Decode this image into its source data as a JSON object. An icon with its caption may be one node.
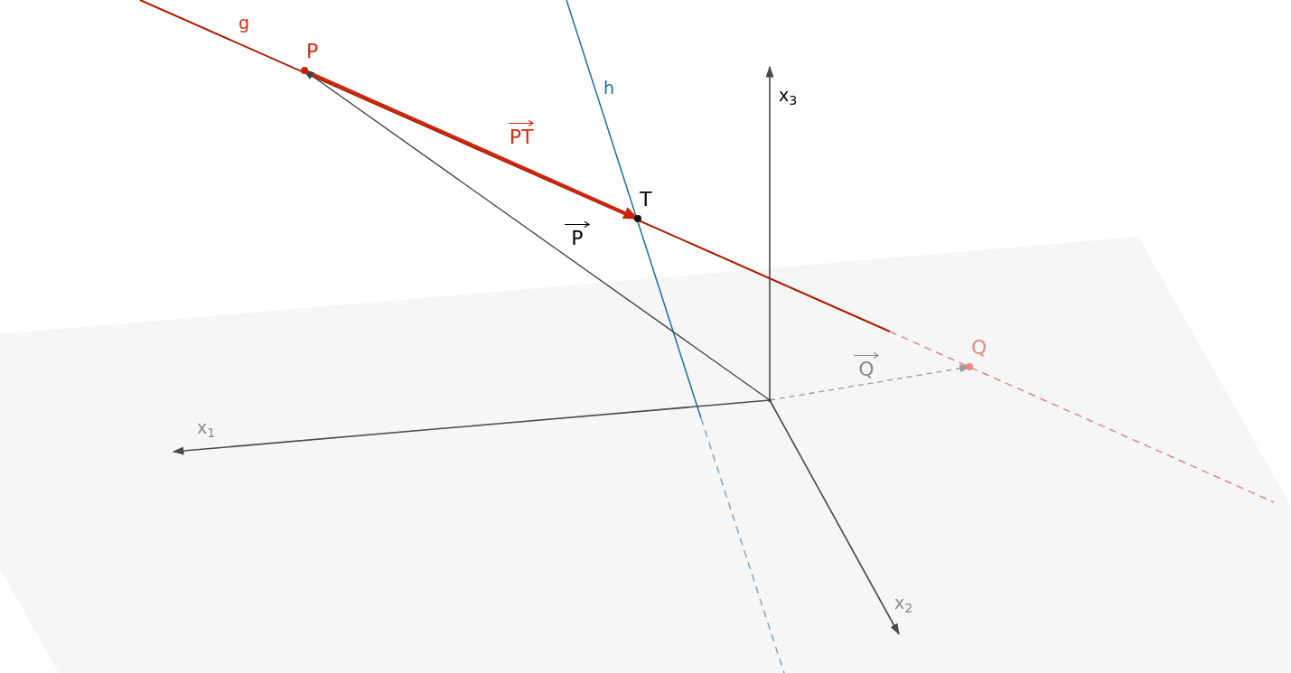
{
  "diagram": {
    "nodes": [
      {
        "text": [
          "P"
        ]
      },
      {
        "text": [
          "T"
        ]
      },
      {
        "text": [
          "Q"
        ]
      },
      {
        "text": [],
        "shape": "point"
      }
    ],
    "edges": [
      {
        "from": 0,
        "to": 1,
        "arrow": "to",
        "label": "PT",
        "style": "thick",
        "color": "#c8290e"
      },
      {
        "from": 3,
        "to": 0,
        "arrow": "to",
        "label": "P",
        "color": "#404040"
      },
      {
        "from": 3,
        "to": 2,
        "arrow": "to",
        "label": "Q",
        "style": "dashed",
        "color": "#9a9a9a"
      }
    ],
    "labels": [
      "g",
      "h",
      "x$_{3}$",
      "x$_{1}$",
      "x$_{2}$"
    ]
  }
}
